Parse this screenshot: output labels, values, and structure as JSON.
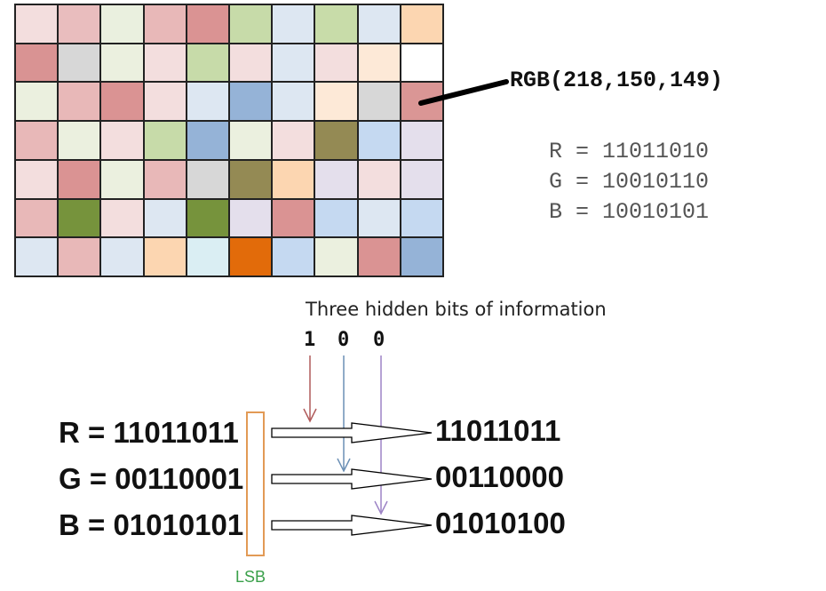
{
  "pixel_grid": {
    "rows": [
      [
        "#f3dede",
        "#e9bdbe",
        "#eaf0df",
        "#e8b8b8",
        "#da9393",
        "#c7dba9",
        "#dde7f2",
        "#c8dca9",
        "#dde7f2",
        "#fcd6b1"
      ],
      [
        "#d99393",
        "#d7d7d7",
        "#ebf0df",
        "#f3dede",
        "#c7dba9",
        "#f3dede",
        "#dde7f2",
        "#f3dede",
        "#fde9d7",
        "#ffffff"
      ],
      [
        "#ebf0df",
        "#e8b8b8",
        "#da9393",
        "#f3dede",
        "#dde7f2",
        "#95b3d7",
        "#dde7f2",
        "#fde9d7",
        "#d7d7d7",
        "#da9695"
      ],
      [
        "#e8b8b8",
        "#ebf0df",
        "#f3dede",
        "#c7dba9",
        "#95b3d7",
        "#ebf0df",
        "#f3dede",
        "#948a54",
        "#c5d9f1",
        "#e4dfec"
      ],
      [
        "#f3dede",
        "#da9393",
        "#ebf0df",
        "#e8b8b8",
        "#d7d7d7",
        "#948a54",
        "#fcd6b1",
        "#e4dfec",
        "#f3dede",
        "#e4dfec"
      ],
      [
        "#e8b8b8",
        "#76933c",
        "#f3dede",
        "#dde7f2",
        "#76933c",
        "#e4dfec",
        "#da9393",
        "#c5d9f1",
        "#dde7f2",
        "#c5d9f1"
      ],
      [
        "#dde7f2",
        "#e8b8b8",
        "#dde7f2",
        "#fcd6b1",
        "#daeef3",
        "#e26b0a",
        "#c5d9f1",
        "#ebf0df",
        "#da9393",
        "#95b3d7"
      ]
    ],
    "highlighted_pixel_label": "RGB(218,150,149)"
  },
  "original_bits": [
    {
      "text": "R = 11011010"
    },
    {
      "text": "G = 10010110"
    },
    {
      "text": "B = 10010101"
    }
  ],
  "hidden": {
    "caption": "Three hidden bits of information",
    "bits": [
      "1",
      "0",
      "0"
    ],
    "arrow_colors": [
      "#b05a5a",
      "#6a8fb5",
      "#9d84c6"
    ]
  },
  "embedding": {
    "rows": [
      {
        "before": "R = 11011011",
        "after": "11011011"
      },
      {
        "before": "G = 00110001",
        "after": "00110000"
      },
      {
        "before": "B = 01010101",
        "after": "01010100"
      }
    ],
    "lsb_label": "LSB"
  },
  "colors": {
    "lsb_box": "#e29a55",
    "lsb_text": "#3aa04a"
  }
}
